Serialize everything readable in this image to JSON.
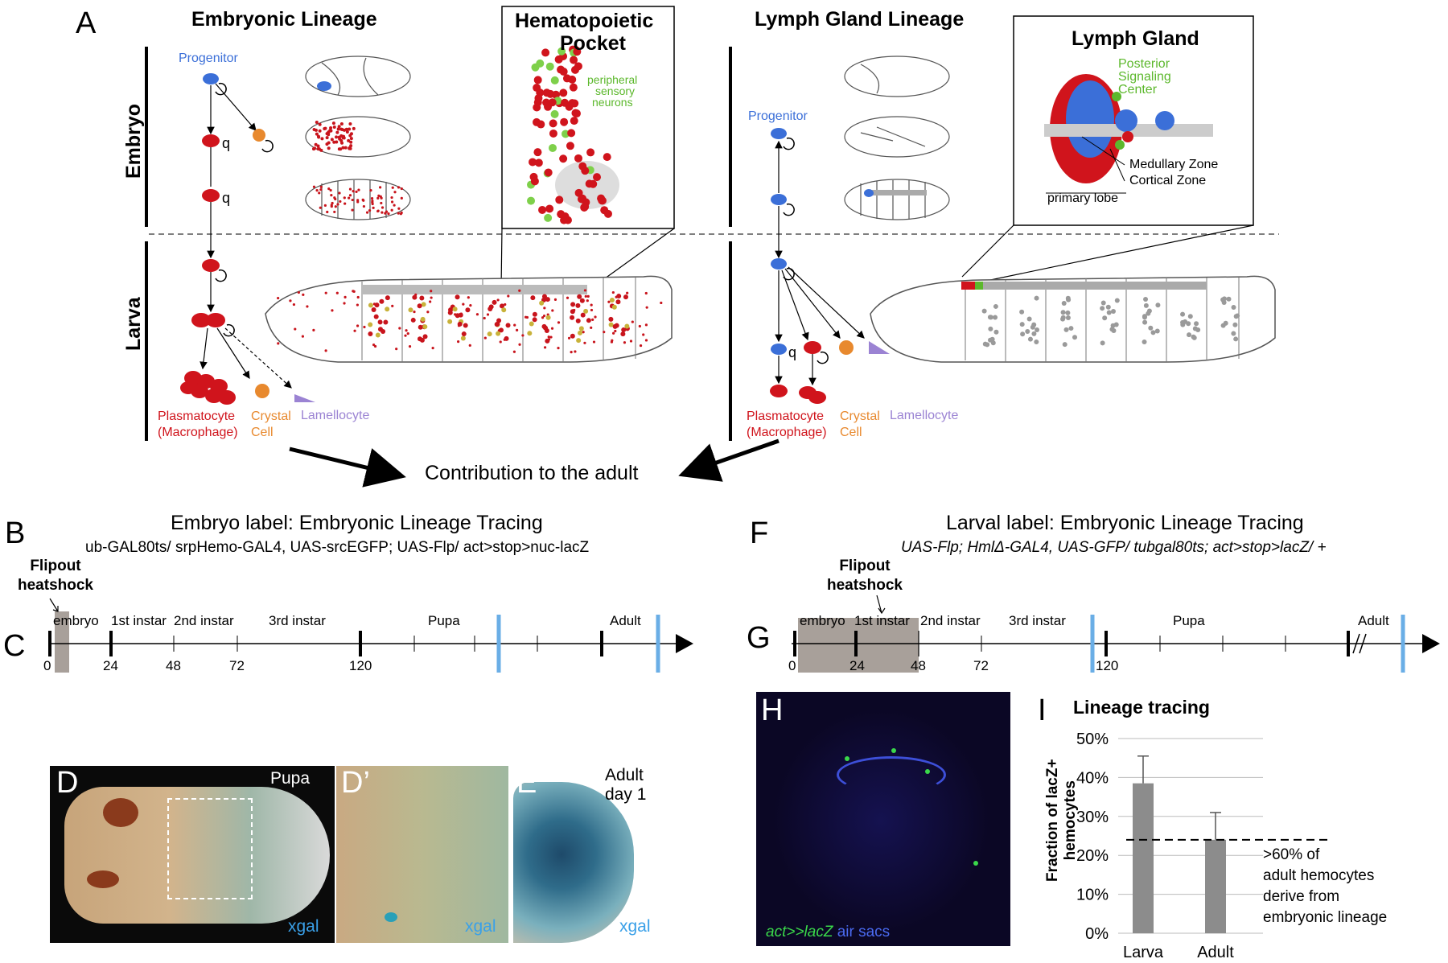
{
  "panel_A": {
    "label": "A",
    "embryonic_title": "Embryonic Lineage",
    "lymph_title": "Lymph Gland Lineage",
    "stage_embryo": "Embryo",
    "stage_larva": "Larva",
    "hematopoietic_pocket": {
      "title_line1": "Hematopoietic",
      "title_line2": "Pocket",
      "neurons_line1": "peripheral",
      "neurons_line2": "sensory",
      "neurons_line3": "neurons"
    },
    "lymph_gland": {
      "title": "Lymph Gland",
      "psc_line1": "Posterior",
      "psc_line2": "Signaling",
      "psc_line3": "Center",
      "medullary": "Medullary Zone",
      "cortical": "Cortical Zone",
      "primary_lobe": "primary lobe"
    },
    "left_progenitor": "Progenitor",
    "right_progenitor": "Progenitor",
    "quiescent_marker": "q",
    "left_cells": {
      "plasmatocyte_line1": "Plasmatocyte",
      "plasmatocyte_line2": "(Macrophage)",
      "crystal_line1": "Crystal",
      "crystal_line2": "Cell",
      "lamellocyte": "Lamellocyte"
    },
    "right_cells": {
      "plasmatocyte_line1": "Plasmatocyte",
      "plasmatocyte_line2": "(Macrophage)",
      "crystal_line1": "Crystal",
      "crystal_line2": "Cell",
      "lamellocyte": "Lamellocyte"
    },
    "contribution": "Contribution to the adult"
  },
  "panel_B": {
    "label": "B",
    "title": "Embryo label: Embryonic Lineage Tracing",
    "genotype": "ub-GAL80ts/ srpHemo-GAL4, UAS-srcEGFP; UAS-Flp/ act>stop>nuc-lacZ"
  },
  "panel_C": {
    "label": "C",
    "heatshock_line1": "Flipout",
    "heatshock_line2": "heatshock",
    "stages": [
      "embryo",
      "1st instar",
      "2nd instar",
      "3rd instar",
      "Pupa",
      "Adult"
    ],
    "ticks": [
      "0",
      "24",
      "48",
      "72",
      "120"
    ]
  },
  "panel_F": {
    "label": "F",
    "title": "Larval label: Embryonic Lineage Tracing",
    "genotype": "UAS-Flp; HmlΔ-GAL4, UAS-GFP/ tubgal80ts; act>stop>lacZ/ +"
  },
  "panel_G": {
    "label": "G",
    "heatshock_line1": "Flipout",
    "heatshock_line2": "heatshock",
    "stages": [
      "embryo",
      "1st instar",
      "2nd instar",
      "3rd instar",
      "Pupa",
      "Adult"
    ],
    "ticks": [
      "0",
      "24",
      "48",
      "72",
      "120"
    ]
  },
  "panel_D": {
    "label": "D",
    "stage": "Pupa",
    "stain": "xgal"
  },
  "panel_D2": {
    "label": "D’",
    "stain": "xgal"
  },
  "panel_E": {
    "label": "E",
    "stage_line1": "Adult",
    "stage_line2": "day 1",
    "stain": "xgal"
  },
  "panel_H": {
    "label": "H",
    "legend_green": "act>>lacZ",
    "legend_blue": "air sacs"
  },
  "panel_I": {
    "label": "I",
    "annotation_line1": ">60% of",
    "annotation_line2": "adult hemocytes",
    "annotation_line3": "derive from",
    "annotation_line4": "embryonic lineage"
  },
  "chart_data": {
    "type": "bar",
    "title": "Lineage tracing",
    "ylabel_line1": "Fraction of lacZ+",
    "ylabel_line2": "hemocytes",
    "xlabel": "",
    "categories": [
      "Larva",
      "Adult"
    ],
    "values": [
      38.5,
      24
    ],
    "error": [
      7,
      7
    ],
    "reference_line": 24,
    "ylim": [
      0,
      50
    ],
    "yticks": [
      0,
      10,
      20,
      30,
      40,
      50
    ],
    "ytick_labels": [
      "0%",
      "10%",
      "20%",
      "30%",
      "40%",
      "50%"
    ],
    "grid": true,
    "bar_color": "#8c8c8c"
  },
  "colors": {
    "plasmatocyte": "#d0141c",
    "crystal": "#e8892e",
    "lamellocyte": "#9b83d3",
    "progenitor": "#3b6fd8",
    "psc": "#5cb82c",
    "highlight_blue": "#6aaee6",
    "heatshock_gray": "#a8a09a"
  }
}
